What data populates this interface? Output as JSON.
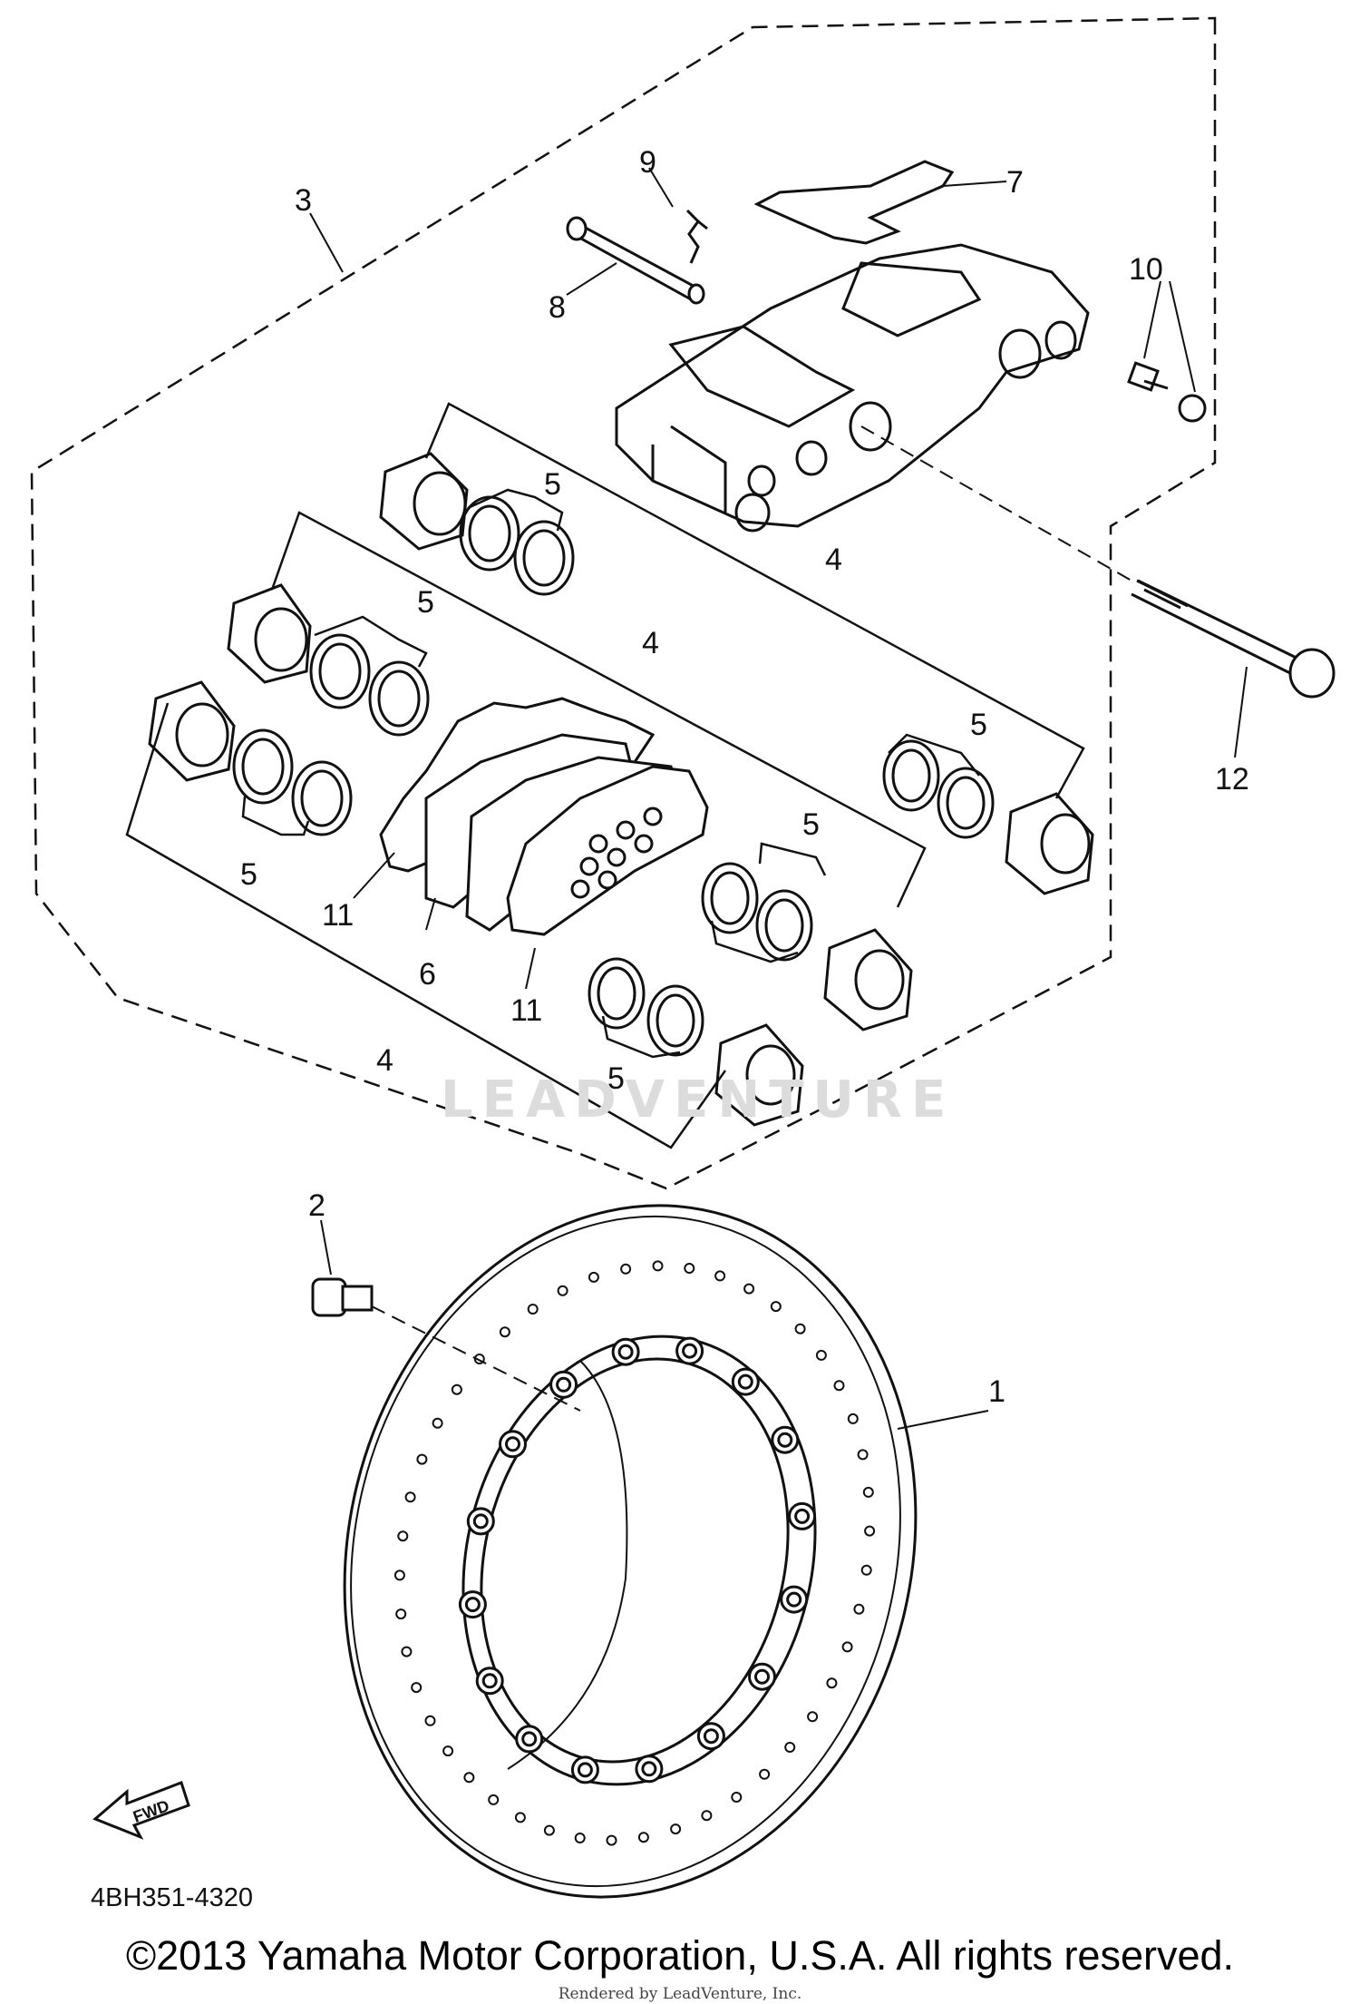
{
  "callouts": [
    {
      "id": "c1",
      "text": "1"
    },
    {
      "id": "c2",
      "text": "2"
    },
    {
      "id": "c3",
      "text": "3"
    },
    {
      "id": "c4a",
      "text": "4"
    },
    {
      "id": "c4b",
      "text": "4"
    },
    {
      "id": "c4c",
      "text": "4"
    },
    {
      "id": "c5a",
      "text": "5"
    },
    {
      "id": "c5b",
      "text": "5"
    },
    {
      "id": "c5c",
      "text": "5"
    },
    {
      "id": "c5d",
      "text": "5"
    },
    {
      "id": "c5e",
      "text": "5"
    },
    {
      "id": "c5f",
      "text": "5"
    },
    {
      "id": "c6",
      "text": "6"
    },
    {
      "id": "c7",
      "text": "7"
    },
    {
      "id": "c8",
      "text": "8"
    },
    {
      "id": "c9",
      "text": "9"
    },
    {
      "id": "c10",
      "text": "10"
    },
    {
      "id": "c11a",
      "text": "11"
    },
    {
      "id": "c11b",
      "text": "11"
    },
    {
      "id": "c12",
      "text": "12"
    }
  ],
  "fwd_label": "FWD",
  "diagram_code": "4BH351-4320",
  "copyright": "©2013 Yamaha Motor Corporation, U.S.A. All rights reserved.",
  "rendered_by": "Rendered by LeadVenture, Inc.",
  "watermark": "LEADVENTURE"
}
